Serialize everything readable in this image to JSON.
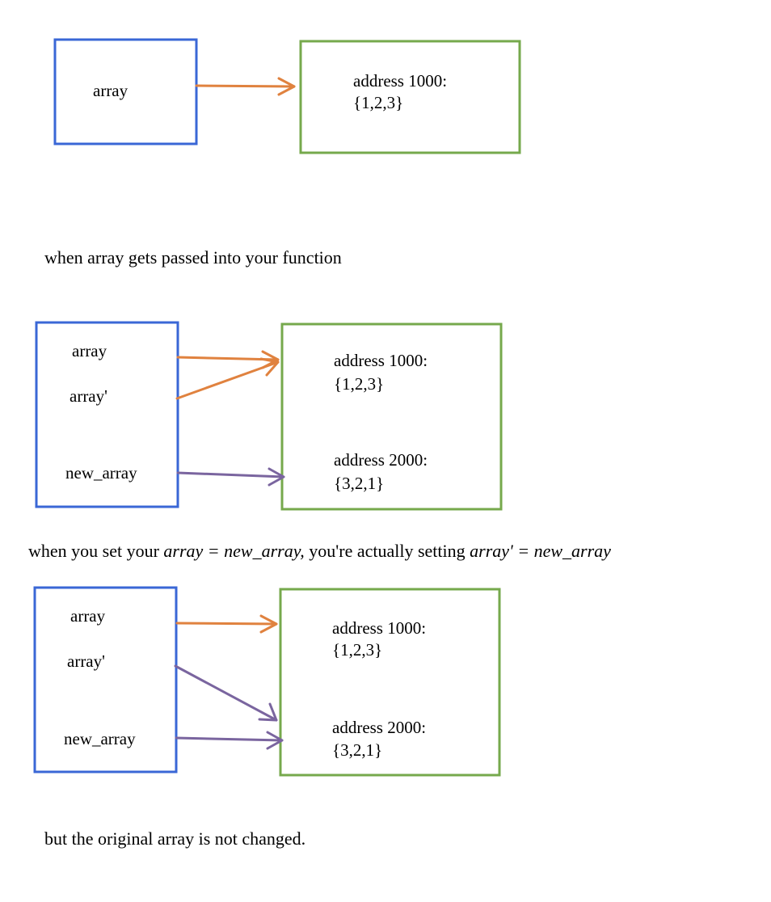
{
  "colors": {
    "pointer_box": "#3a67d6",
    "memory_box": "#76a94c",
    "arrow_original": "#e0823f",
    "arrow_new": "#7a659f"
  },
  "diagram1": {
    "pointer_label": "array",
    "memory_1_line1": "address 1000:",
    "memory_1_line2": "{1,2,3}"
  },
  "caption1": "when array gets passed into your function",
  "diagram2": {
    "pointer_labels": [
      "array",
      "array'",
      "new_array"
    ],
    "memory_1_line1": "address 1000:",
    "memory_1_line2": "{1,2,3}",
    "memory_2_line1": "address 2000:",
    "memory_2_line2": "{3,2,1}"
  },
  "caption2": {
    "part1": "when you set your ",
    "part2": "array = new_array,",
    "part3": " you're actually setting ",
    "part4": "array' = new_array"
  },
  "diagram3": {
    "pointer_labels": [
      "array",
      "array'",
      "new_array"
    ],
    "memory_1_line1": "address 1000:",
    "memory_1_line2": "{1,2,3}",
    "memory_2_line1": "address 2000:",
    "memory_2_line2": "{3,2,1}"
  },
  "caption3": "but the original array is not changed."
}
